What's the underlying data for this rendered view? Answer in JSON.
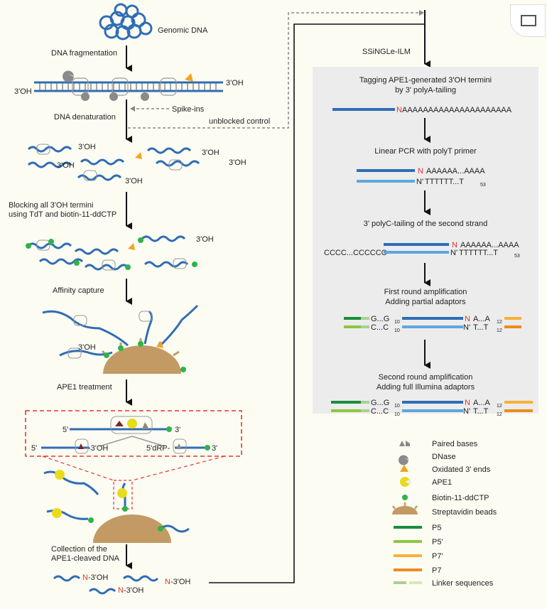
{
  "left": {
    "genomic_dna": "Genomic DNA",
    "fragmentation": "DNA fragmentation",
    "oh3": "3'OH",
    "denaturation": "DNA denaturation",
    "spike_ins": "Spike-ins",
    "unblocked_control": "unblocked control",
    "blocking_line1": "Blocking all 3'OH termini",
    "blocking_line2": "using TdT and biotin-11-ddCTP",
    "affinity": "Affinity capture",
    "ape1_treatment": "APE1 treatment",
    "zoom_5": "5'",
    "zoom_3": "3'",
    "zoom_3oh": "-3'OH",
    "zoom_5drp": "5'dRP-",
    "collection_line1": "Collection of the",
    "collection_line2": "APE1-cleaved DNA",
    "n": "N",
    "n_3oh": "-3'OH"
  },
  "right": {
    "method": "SSiNGLe-ILM",
    "step1_line1": "Tagging APE1-generated 3'OH termini",
    "step1_line2": "by 3' polyA-tailing",
    "polyA_long": "AAAAAAAAAAAAAAAAAAAAA",
    "step2": "Linear PCR with polyT primer",
    "n": "N",
    "n_prime": "N'",
    "polyA_short": "AAAAAA...AAAA",
    "polyT": "TTTTTT...T",
    "sub53": "53",
    "step3": "3' polyC-tailing of the second strand",
    "polyC": "CCCC...CCCCCC",
    "step4_line1": "First round amplification",
    "step4_line2": "Adding partial adaptors",
    "g": "G...G",
    "c": "C...C",
    "sub10": "10",
    "a12": "A...A",
    "t12": "T...T",
    "sub12": "12",
    "step5_line1": "Second round amplification",
    "step5_line2": "Adding full Illumina adaptors"
  },
  "legend": [
    {
      "icon": "paired-bases",
      "label": "Paired bases"
    },
    {
      "icon": "dnase",
      "label": "DNase"
    },
    {
      "icon": "oxidated-end",
      "label": "Oxidated 3' ends"
    },
    {
      "icon": "ape1",
      "label": "APE1"
    },
    {
      "icon": "biotin",
      "label": "Biotin-11-ddCTP"
    },
    {
      "icon": "streptavidin-bead",
      "label": "Streptavidin beads"
    },
    {
      "icon": "p5-line",
      "label": "P5"
    },
    {
      "icon": "p5prime-line",
      "label": "P5'"
    },
    {
      "icon": "p7prime-line",
      "label": "P7'"
    },
    {
      "icon": "p7-line",
      "label": "P7"
    },
    {
      "icon": "linker-line",
      "label": "Linker sequences"
    }
  ],
  "colors": {
    "dna": "#2f6db5",
    "dna_light": "#5ea7de",
    "n_red": "#e0362c",
    "biotin": "#2fb34a",
    "oxidated": "#f3a520",
    "ape1": "#e8dc1a",
    "bead": "#c39a63",
    "p5": "#1b8c3c",
    "p5prime": "#8cc63f",
    "p7prime": "#f7b13a",
    "p7": "#ef8a1e",
    "linker": "#a9d18e",
    "panel": "#ececec"
  }
}
